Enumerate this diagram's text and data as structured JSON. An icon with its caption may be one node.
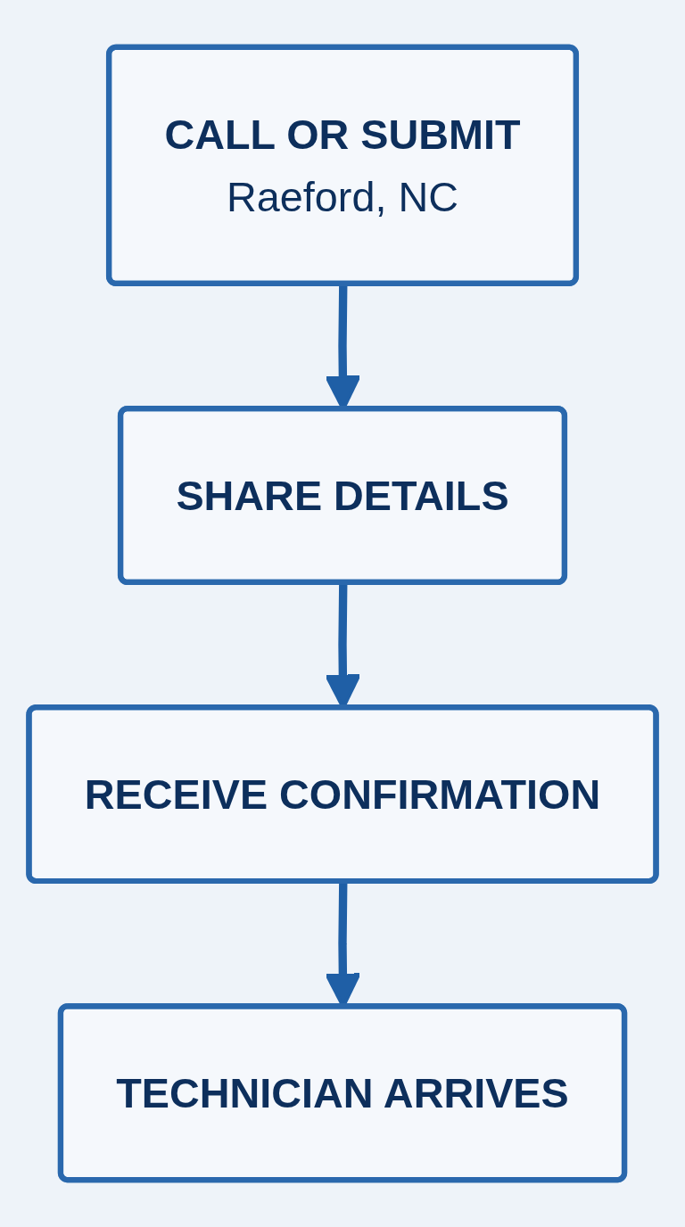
{
  "diagram": {
    "nodes": [
      {
        "text": [
          "CALL OR SUBMIT",
          "Raeford, NC"
        ]
      },
      {
        "text": [
          "SHARE DETAILS"
        ]
      },
      {
        "text": [
          "RECEIVE CONFIRMATION"
        ]
      },
      {
        "text": [
          "TECHNICIAN ARRIVES"
        ]
      }
    ],
    "edges": [
      {
        "from": 0,
        "to": 1,
        "arrow": "to"
      },
      {
        "from": 1,
        "to": 2,
        "arrow": "to"
      },
      {
        "from": 2,
        "to": 3,
        "arrow": "to"
      }
    ]
  }
}
